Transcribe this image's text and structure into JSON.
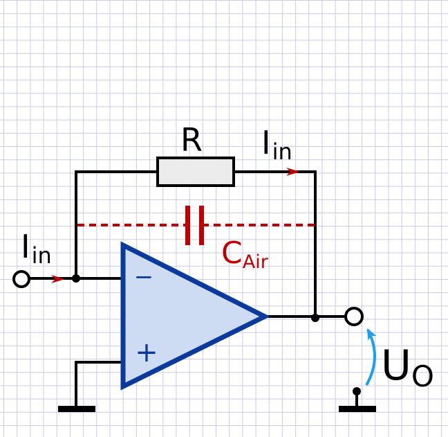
{
  "labels": {
    "resistor": "R",
    "current_top": "I",
    "current_top_sub": "in",
    "current_left": "I",
    "current_left_sub": "in",
    "capacitor": "C",
    "capacitor_sub": "Air",
    "output_voltage": "U",
    "output_voltage_sub": "O",
    "inverting_input": "−",
    "noninverting_input": "+"
  },
  "colors": {
    "wire": "#000000",
    "opamp_fill": "#cddcf2",
    "opamp_stroke": "#0a3a9c",
    "parasitic": "#c00000",
    "voltage_arrow": "#1aa0f0",
    "resistor_fill": "#ececec"
  }
}
